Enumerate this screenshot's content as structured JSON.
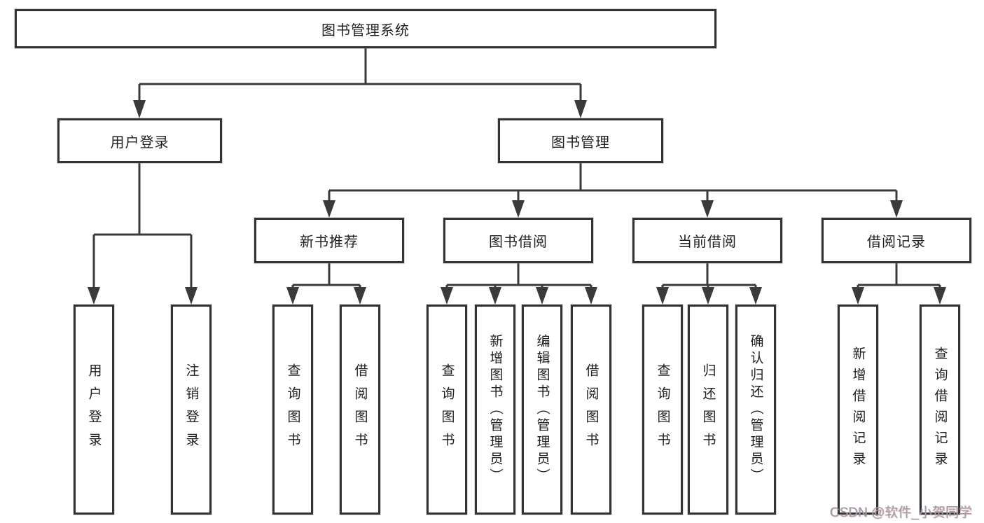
{
  "diagram": {
    "type": "hierarchy-tree",
    "orientation": "top-down"
  },
  "tree": {
    "label": "图书管理系统",
    "children": [
      {
        "label": "用户登录",
        "children": [
          {
            "label": "用户登录"
          },
          {
            "label": "注销登录"
          }
        ]
      },
      {
        "label": "图书管理",
        "children": [
          {
            "label": "新书推荐",
            "children": [
              {
                "label": "查询图书"
              },
              {
                "label": "借阅图书"
              }
            ]
          },
          {
            "label": "图书借阅",
            "children": [
              {
                "label": "查询图书"
              },
              {
                "label": "新增图书（管理员）"
              },
              {
                "label": "编辑图书（管理员）"
              },
              {
                "label": "借阅图书"
              }
            ]
          },
          {
            "label": "当前借阅",
            "children": [
              {
                "label": "查询图书"
              },
              {
                "label": "归还图书"
              },
              {
                "label": "确认归还（管理员）"
              }
            ]
          },
          {
            "label": "借阅记录",
            "children": [
              {
                "label": "新增借阅记录"
              },
              {
                "label": "查询借阅记录"
              }
            ]
          }
        ]
      }
    ]
  },
  "watermark": {
    "text": "CSDN @软件_小贺同学"
  },
  "colors": {
    "line": "#3a3a3a",
    "box_border": "#333333",
    "box_fill": "#ffffff",
    "text": "#1f1f1f",
    "watermark": "#9c9c9c"
  }
}
